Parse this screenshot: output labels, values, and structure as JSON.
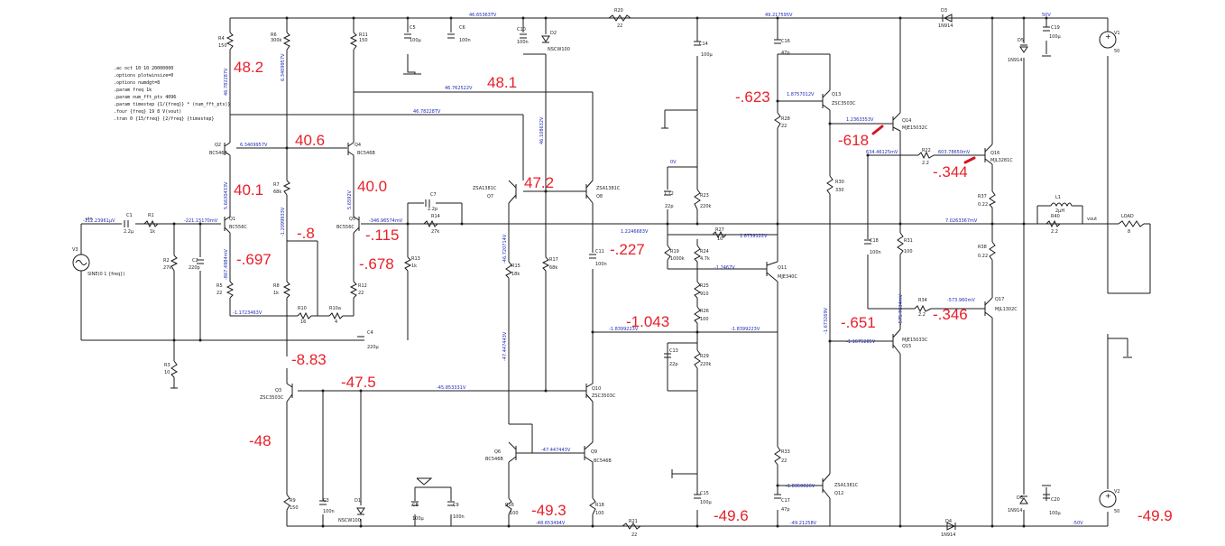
{
  "spice_directives": [
    ".ac oct 10 10 20000000",
    ".options plotwinsize=0",
    ".options numdgt=8",
    ".param freq 1k",
    ".param num_fft_pts 4096",
    ".param timestep {1/{freq}} * (num_fft_pts)}",
    ".four {freq} 19 8 V(vout)",
    ".tran 0 {15/freq} {2/freq} {timestep}"
  ],
  "annotations": [
    {
      "id": "a1",
      "text": "48.2"
    },
    {
      "id": "a2",
      "text": "48.1"
    },
    {
      "id": "a3",
      "text": "40.6"
    },
    {
      "id": "a4",
      "text": "40.1"
    },
    {
      "id": "a5",
      "text": "40.0"
    },
    {
      "id": "a6",
      "text": "47.2"
    },
    {
      "id": "a7",
      "text": "-.697"
    },
    {
      "id": "a8",
      "text": "-.8"
    },
    {
      "id": "a9",
      "text": "-.115"
    },
    {
      "id": "a10",
      "text": "-.678"
    },
    {
      "id": "a11",
      "text": "-.227"
    },
    {
      "id": "a12",
      "text": "-1.043"
    },
    {
      "id": "a13",
      "text": "-.623"
    },
    {
      "id": "a14",
      "text": "-618"
    },
    {
      "id": "a15",
      "text": "-.344"
    },
    {
      "id": "a16",
      "text": "-.651"
    },
    {
      "id": "a17",
      "text": "-.346"
    },
    {
      "id": "a18",
      "text": "-8.83"
    },
    {
      "id": "a19",
      "text": "-47.5"
    },
    {
      "id": "a20",
      "text": "-48"
    },
    {
      "id": "a21",
      "text": "-49.3"
    },
    {
      "id": "a22",
      "text": "-49.6"
    },
    {
      "id": "a23",
      "text": "-49.9"
    }
  ],
  "net_voltages": [
    {
      "id": "n1",
      "text": "46.65363TV"
    },
    {
      "id": "n2",
      "text": "49.217595V"
    },
    {
      "id": "n3",
      "text": "50V"
    },
    {
      "id": "n4",
      "text": "46.762522V"
    },
    {
      "id": "n5",
      "text": "46.78228TV"
    },
    {
      "id": "n6",
      "text": "6.3409957V"
    },
    {
      "id": "n7",
      "text": "-112.23961µV"
    },
    {
      "id": "n8",
      "text": "-221.15170mV"
    },
    {
      "id": "n9",
      "text": "-346.96574mV"
    },
    {
      "id": "n10",
      "text": "-1.1723463V"
    },
    {
      "id": "n11",
      "text": "1.2246683V"
    },
    {
      "id": "n12",
      "text": "1.8739122V"
    },
    {
      "id": "n13",
      "text": "-1.2467V"
    },
    {
      "id": "n14",
      "text": "-1.8399223V"
    },
    {
      "id": "n15",
      "text": "-1.8399223V"
    },
    {
      "id": "n16",
      "text": "1.8757012V"
    },
    {
      "id": "n17",
      "text": "1.2363353V"
    },
    {
      "id": "n18",
      "text": "634.46125mV"
    },
    {
      "id": "n19",
      "text": "603.78650mV"
    },
    {
      "id": "n20",
      "text": "7.0263367mV"
    },
    {
      "id": "n21",
      "text": "-573.960mV"
    },
    {
      "id": "n22",
      "text": "-1.1675285V"
    },
    {
      "id": "n23",
      "text": "-45.853331V"
    },
    {
      "id": "n24",
      "text": "-47.447443V"
    },
    {
      "id": "n25",
      "text": "-1.8350026V"
    },
    {
      "id": "n26",
      "text": "-48.653494V"
    },
    {
      "id": "n27",
      "text": "-49.21258V"
    },
    {
      "id": "n28",
      "text": "-50V"
    },
    {
      "id": "n29",
      "text": "0V"
    },
    {
      "id": "n30",
      "text": "46.782287V"
    },
    {
      "id": "n31",
      "text": "6.3409957V"
    },
    {
      "id": "n32",
      "text": "46.108632V"
    },
    {
      "id": "n33",
      "text": "5.6630433V"
    },
    {
      "id": "n34",
      "text": "5.6592V"
    },
    {
      "id": "n35",
      "text": "-47.447443V"
    },
    {
      "id": "n36",
      "text": "-46.720714V"
    },
    {
      "id": "n37",
      "text": "-1.2099933V"
    },
    {
      "id": "n38",
      "text": "-867.4984mV"
    },
    {
      "id": "n39",
      "text": "-575.7634mV"
    },
    {
      "id": "n40",
      "text": "-1.673269V"
    }
  ],
  "components": [
    {
      "id": "r4",
      "label": "R4",
      "value": "150"
    },
    {
      "id": "r6",
      "label": "R6",
      "value": "300k"
    },
    {
      "id": "r11",
      "label": "R11",
      "value": "150"
    },
    {
      "id": "c5",
      "label": "C5",
      "value": "100µ"
    },
    {
      "id": "c6",
      "label": "C6",
      "value": "100n"
    },
    {
      "id": "c10",
      "label": "C10",
      "value": "100n"
    },
    {
      "id": "d2",
      "label": "D2",
      "value": "NSCW100"
    },
    {
      "id": "r20",
      "label": "R20",
      "value": "22"
    },
    {
      "id": "c14",
      "label": "C14",
      "value": "100µ"
    },
    {
      "id": "c16",
      "label": "C16",
      "value": "47p"
    },
    {
      "id": "d3",
      "label": "D3",
      "value": "1N914"
    },
    {
      "id": "d5",
      "label": "D5",
      "value": "1N914"
    },
    {
      "id": "c19",
      "label": "C19",
      "value": "100µ"
    },
    {
      "id": "v1",
      "label": "V1",
      "value": "50"
    },
    {
      "id": "q2",
      "label": "Q2",
      "value": "BC546B"
    },
    {
      "id": "q4",
      "label": "Q4",
      "value": "BC546B"
    },
    {
      "id": "r7",
      "label": "R7",
      "value": "68k"
    },
    {
      "id": "q7",
      "label": "Q7",
      "value": "ZSA1381C"
    },
    {
      "id": "q8",
      "label": "Q8",
      "value": "ZSA1381C"
    },
    {
      "id": "r28",
      "label": "R28",
      "value": "22"
    },
    {
      "id": "q13",
      "label": "Q13",
      "value": "ZSC3503C"
    },
    {
      "id": "q14",
      "label": "Q14",
      "value": "MJE15032C"
    },
    {
      "id": "r22",
      "label": "R22",
      "value": "2.2"
    },
    {
      "id": "q16",
      "label": "Q16",
      "value": "MJL3281C"
    },
    {
      "id": "r30",
      "label": "R30",
      "value": "330"
    },
    {
      "id": "r37",
      "label": "R37",
      "value": "0.22"
    },
    {
      "id": "l1",
      "label": "L1",
      "value": "2µH"
    },
    {
      "id": "r40",
      "label": "R40",
      "value": "2.2"
    },
    {
      "id": "load",
      "label": "LOAD",
      "value": "8"
    },
    {
      "id": "v3",
      "label": "V3",
      "value": "SINE(0 1 {freq})"
    },
    {
      "id": "c1",
      "label": "C1",
      "value": "2.2µ"
    },
    {
      "id": "r1",
      "label": "R1",
      "value": "1k"
    },
    {
      "id": "q1",
      "label": "Q1",
      "value": "BC556C"
    },
    {
      "id": "q5",
      "label": "Q5",
      "value": "BC556C"
    },
    {
      "id": "c7",
      "label": "C7",
      "value": "2.2p"
    },
    {
      "id": "r14",
      "label": "R14",
      "value": "27k"
    },
    {
      "id": "r2",
      "label": "R2",
      "value": "27k"
    },
    {
      "id": "c2",
      "label": "C2",
      "value": "220p"
    },
    {
      "id": "r13",
      "label": "R13",
      "value": "1k"
    },
    {
      "id": "c12",
      "label": "C12",
      "value": "22p"
    },
    {
      "id": "r23",
      "label": "R23",
      "value": "220k"
    },
    {
      "id": "r19",
      "label": "R19",
      "value": "1000k"
    },
    {
      "id": "r24",
      "label": "R24",
      "value": "4.7k"
    },
    {
      "id": "r27",
      "label": "R27",
      "value": "10"
    },
    {
      "id": "q11",
      "label": "Q11",
      "value": "MJE340C"
    },
    {
      "id": "c18",
      "label": "C18",
      "value": "100n"
    },
    {
      "id": "r31",
      "label": "R31",
      "value": "100"
    },
    {
      "id": "r38",
      "label": "R38",
      "value": "0.22"
    },
    {
      "id": "r5",
      "label": "R5",
      "value": "22"
    },
    {
      "id": "r8",
      "label": "R8",
      "value": "1k"
    },
    {
      "id": "r12",
      "label": "R12",
      "value": "22"
    },
    {
      "id": "r10",
      "label": "R10",
      "value": "16"
    },
    {
      "id": "r10a",
      "label": "R10a",
      "value": "4"
    },
    {
      "id": "r15",
      "label": "R15",
      "value": "18k"
    },
    {
      "id": "r17",
      "label": "R17",
      "value": "68k"
    },
    {
      "id": "c11",
      "label": "C11",
      "value": "100n"
    },
    {
      "id": "r25",
      "label": "R25",
      "value": "910"
    },
    {
      "id": "r26",
      "label": "R26",
      "value": "100"
    },
    {
      "id": "r34",
      "label": "R34",
      "value": "2.2"
    },
    {
      "id": "q17",
      "label": "Q17",
      "value": "MJL1302C"
    },
    {
      "id": "c4",
      "label": "C4",
      "value": "220µ"
    },
    {
      "id": "r3",
      "label": "R3",
      "value": "10"
    },
    {
      "id": "q3",
      "label": "Q3",
      "value": "ZSC3503C"
    },
    {
      "id": "c13",
      "label": "C13",
      "value": "22p"
    },
    {
      "id": "r29",
      "label": "R29",
      "value": "220k"
    },
    {
      "id": "q15",
      "label": "Q15",
      "value": "MJE15033C"
    },
    {
      "id": "q10",
      "label": "Q10",
      "value": "ZSC3503C"
    },
    {
      "id": "q6",
      "label": "Q6",
      "value": "BC546B"
    },
    {
      "id": "q9",
      "label": "Q9",
      "value": "BC546B"
    },
    {
      "id": "r33",
      "label": "R33",
      "value": "22"
    },
    {
      "id": "q12",
      "label": "Q12",
      "value": "ZSA1381C"
    },
    {
      "id": "r9",
      "label": "R9",
      "value": "150"
    },
    {
      "id": "c3",
      "label": "C3",
      "value": "100n"
    },
    {
      "id": "d1",
      "label": "D1",
      "value": "NSCW100"
    },
    {
      "id": "c8",
      "label": "C8",
      "value": "100µ"
    },
    {
      "id": "c9",
      "label": "C9",
      "value": "100n"
    },
    {
      "id": "r16",
      "label": "R16",
      "value": "100"
    },
    {
      "id": "r18",
      "label": "R18",
      "value": "100"
    },
    {
      "id": "r21",
      "label": "R21",
      "value": "22"
    },
    {
      "id": "c15",
      "label": "C15",
      "value": "100µ"
    },
    {
      "id": "c17",
      "label": "C17",
      "value": "47p"
    },
    {
      "id": "d4",
      "label": "D4",
      "value": "1N914"
    },
    {
      "id": "d6",
      "label": "D6",
      "value": "1N914"
    },
    {
      "id": "c20",
      "label": "C20",
      "value": "100µ"
    },
    {
      "id": "v2",
      "label": "V2",
      "value": "50"
    }
  ],
  "port_labels": {
    "vin": "vin",
    "vout": "vout"
  }
}
